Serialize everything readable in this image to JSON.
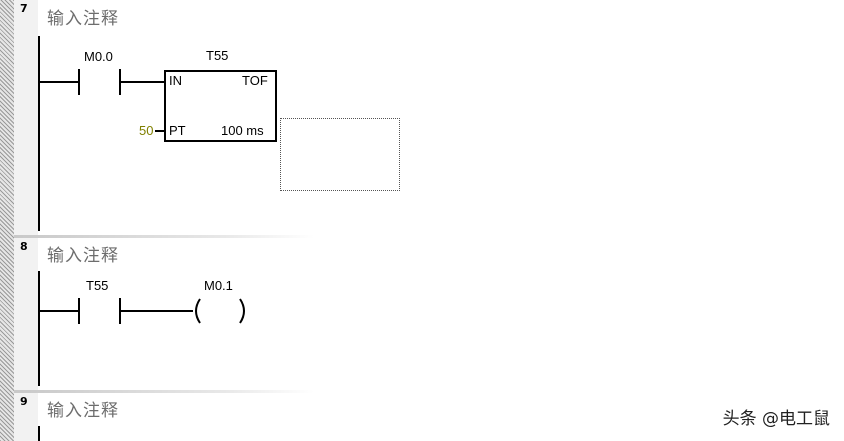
{
  "networks": [
    {
      "number": "7",
      "comment": "输入注释",
      "contact_label": "M0.0",
      "timer": {
        "name": "T55",
        "type": "TOF",
        "in_label": "IN",
        "pt_label": "PT",
        "pt_value": "50",
        "resolution": "100 ms"
      }
    },
    {
      "number": "8",
      "comment": "输入注释",
      "contact_label": "T55",
      "coil_label": "M0.1"
    },
    {
      "number": "9",
      "comment": "输入注释"
    }
  ],
  "watermark": "头条 @电工鼠"
}
